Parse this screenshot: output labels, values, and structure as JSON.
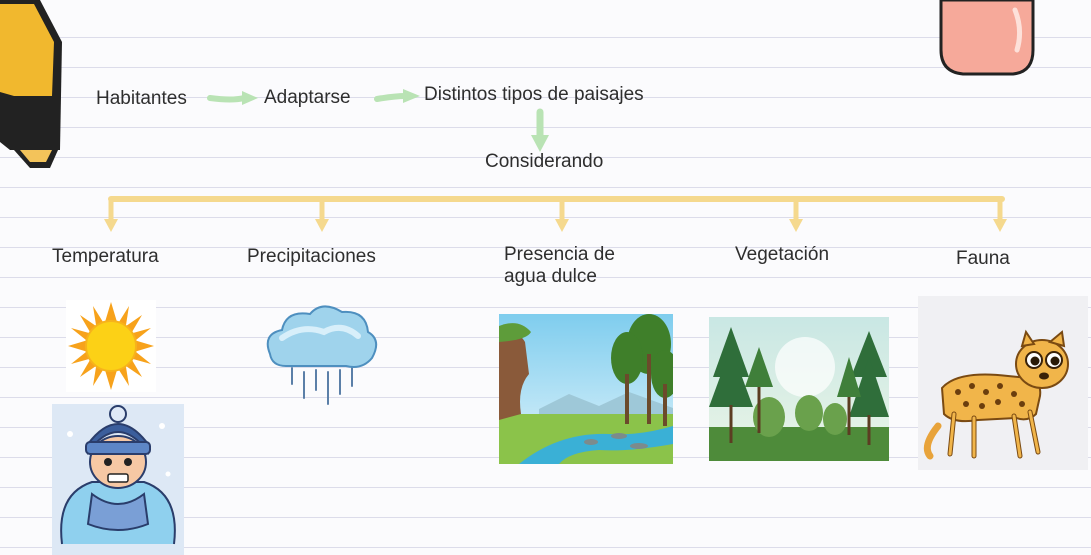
{
  "flow": {
    "step1": "Habitantes",
    "step2": "Adaptarse",
    "step3": "Distintos tipos de paisajes",
    "step4": "Considerando"
  },
  "factors": [
    {
      "label": "Temperatura",
      "icon": "sun-icon"
    },
    {
      "label": "Precipitaciones",
      "icon": "rain-cloud-icon"
    },
    {
      "label": "Presencia de agua dulce",
      "icon": "river-landscape-icon"
    },
    {
      "label": "Vegetación",
      "icon": "forest-icon"
    },
    {
      "label": "Fauna",
      "icon": "cheetah-icon"
    }
  ],
  "extra_icons": [
    "cold-person-icon",
    "highlighter-marker-icon",
    "eraser-icon"
  ],
  "colors": {
    "flow_arrow": "#b9e3b4",
    "branch": "#f5d98e",
    "text": "#2e2e2e",
    "rule_line": "#dcdcea"
  }
}
